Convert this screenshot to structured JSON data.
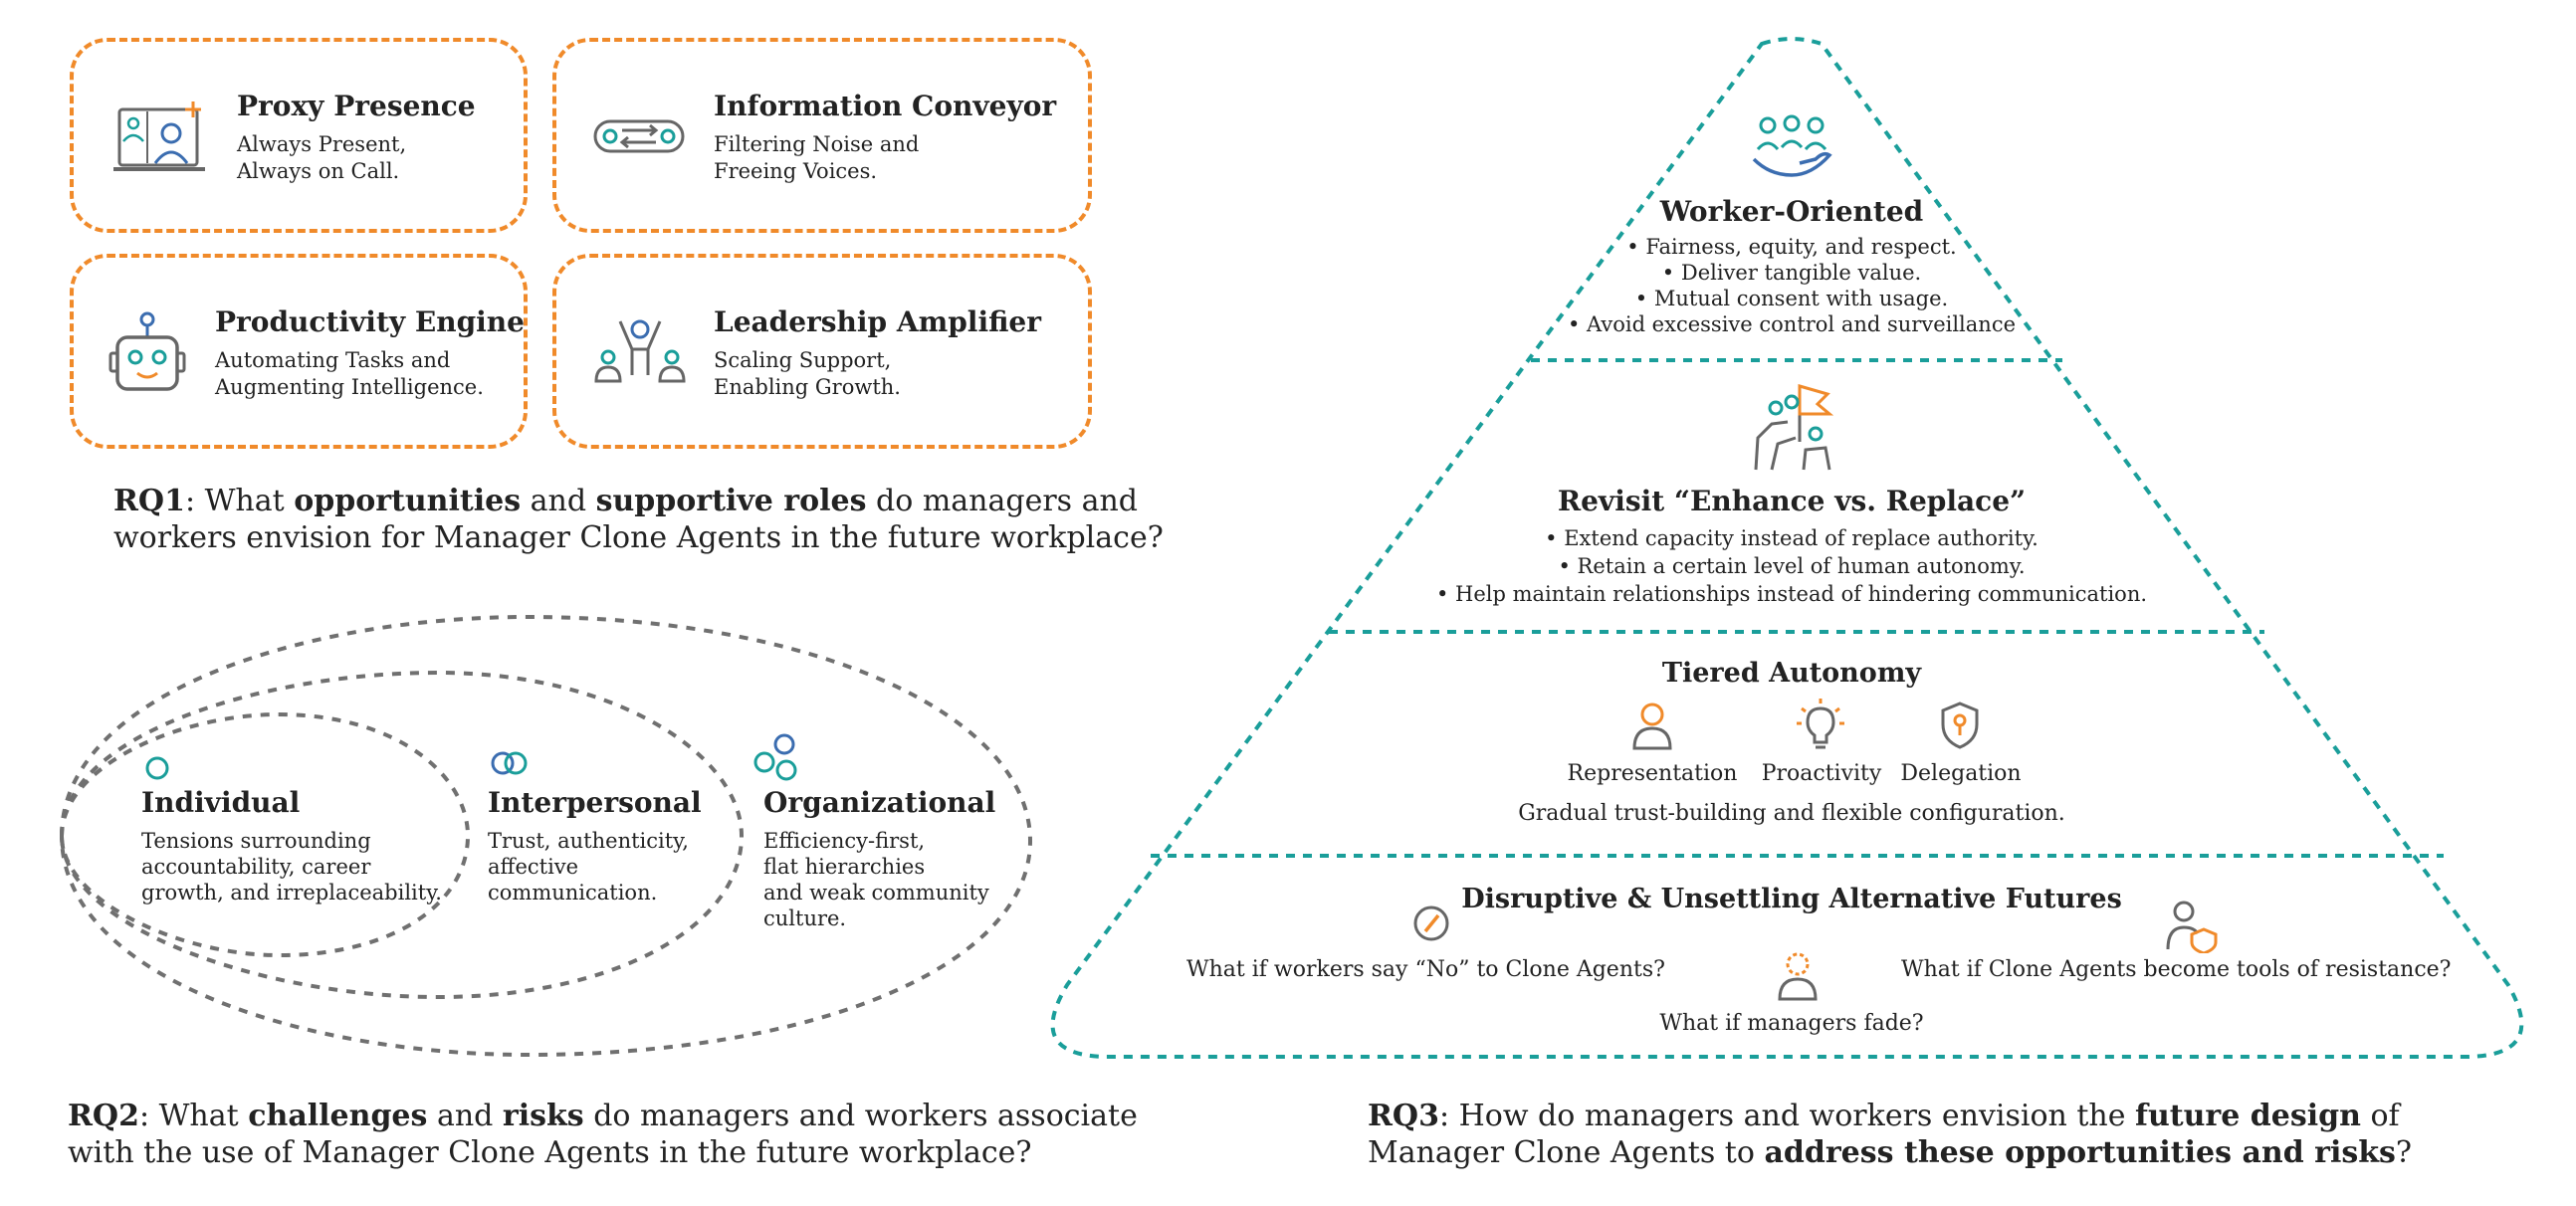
{
  "rq1": {
    "cards": [
      {
        "title": "Proxy Presence",
        "line1": "Always Present,",
        "line2": "Always on Call.",
        "icon": "proxy-laptop-icon"
      },
      {
        "title": "Information Conveyor",
        "line1": "Filtering Noise and",
        "line2": "Freeing Voices.",
        "icon": "conveyor-arrows-icon"
      },
      {
        "title": "Productivity Engine",
        "line1": "Automating Tasks and",
        "line2": "Augmenting Intelligence.",
        "icon": "robot-icon"
      },
      {
        "title": "Leadership Amplifier",
        "line1": "Scaling Support,",
        "line2": "Enabling Growth.",
        "icon": "leader-people-icon"
      }
    ],
    "question": {
      "label": "RQ1",
      "p1": ": What ",
      "b1": "opportunities",
      "p2": " and ",
      "b2": "supportive roles",
      "p3": " do managers and",
      "line2": "workers envision for Manager Clone Agents in the future workplace?"
    }
  },
  "rq2": {
    "individual": {
      "title": "Individual",
      "desc": [
        "Tensions surrounding",
        "accountability, career",
        "growth, and irreplaceability."
      ]
    },
    "interpersonal": {
      "title": "Interpersonal",
      "desc": [
        "Trust, authenticity,",
        "affective",
        "communication."
      ]
    },
    "organizational": {
      "title": "Organizational",
      "desc": [
        "Efficiency-first,",
        "flat hierarchies",
        "and weak community",
        "culture."
      ]
    },
    "question": {
      "label": "RQ2",
      "p1": ": What ",
      "b1": "challenges",
      "p2": " and ",
      "b2": "risks",
      "p3": " do managers and workers associate",
      "line2": "with the use of Manager Clone Agents in the future workplace?"
    }
  },
  "rq3": {
    "worker": {
      "title": "Worker-Oriented",
      "bullets": [
        "Fairness, equity, and respect.",
        "Deliver tangible value.",
        "Mutual consent with usage.",
        "Avoid excessive control and surveillance"
      ]
    },
    "revisit": {
      "title": "Revisit “Enhance vs. Replace”",
      "bullets": [
        "Extend capacity instead of replace authority.",
        "Retain a certain level of human autonomy.",
        "Help maintain relationships instead of hindering communication."
      ]
    },
    "tiered": {
      "title": "Tiered Autonomy",
      "items": [
        "Representation",
        "Proactivity",
        "Delegation"
      ],
      "footer": "Gradual trust-building and flexible configuration."
    },
    "disruptive": {
      "title": "Disruptive & Unsettling Alternative Futures",
      "q1": "What if workers say “No” to Clone Agents?",
      "q2": "What if Clone Agents become tools of resistance?",
      "q3": "What if managers fade?"
    },
    "question": {
      "label": "RQ3",
      "p1": ": How do managers and workers envision the ",
      "b1": "future design",
      "p2": " of",
      "line2a": "Manager Clone Agents to ",
      "b2": "address these opportunities and risks",
      "p3": "?"
    }
  },
  "colors": {
    "orange": "#f08a2a",
    "teal": "#1a9e9a",
    "gray": "#707070",
    "blue": "#3b6db0"
  }
}
